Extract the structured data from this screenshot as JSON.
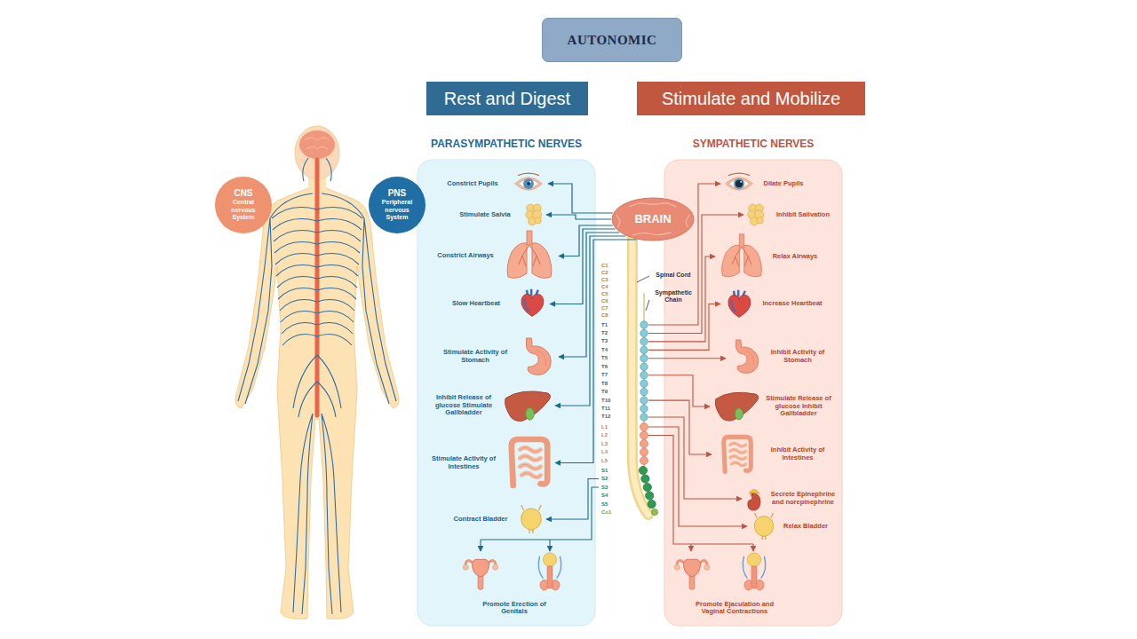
{
  "diagram": {
    "nodes": [
      {
        "text": [
          "AUTONOMIC"
        ]
      },
      {
        "text": [
          "Rest and Digest"
        ]
      },
      {
        "text": [
          "Stimulate and Mobilize"
        ]
      },
      {
        "text": [
          "CNS",
          "Central nervous System"
        ]
      },
      {
        "text": [
          "PNS",
          "Peripheral nervous System"
        ]
      },
      {
        "text": [
          "PARASYMPATHETIC NERVES"
        ]
      },
      {
        "text": [
          "Constrict Pupils"
        ],
        "in": 5
      },
      {
        "text": [
          "Stimulate Salvia"
        ],
        "in": 5
      },
      {
        "text": [
          "Constrict Airways"
        ],
        "in": 5
      },
      {
        "text": [
          "Slow Heartbeat"
        ],
        "in": 5
      },
      {
        "text": [
          "Stimulate Activity of Stomach"
        ],
        "in": 5
      },
      {
        "text": [
          "Inhibit Release of glucose Stimulate Gallbladder"
        ],
        "in": 5
      },
      {
        "text": [
          "Stimulate Activity of Intestines"
        ],
        "in": 5
      },
      {
        "text": [
          "Contract Bladder"
        ],
        "in": 5
      },
      {
        "text": [
          "Promote Erection of Genitals"
        ],
        "in": 5
      },
      {
        "text": [
          "BRAIN"
        ]
      },
      {
        "text": [
          "SYMPATHETIC NERVES"
        ]
      },
      {
        "text": [
          "Dilate Pupils"
        ],
        "in": 16
      },
      {
        "text": [
          "Inhibit Salivation"
        ],
        "in": 16
      },
      {
        "text": [
          "Relax Airways"
        ],
        "in": 16
      },
      {
        "text": [
          "Increase Heartbeat"
        ],
        "in": 16
      },
      {
        "text": [
          "Inhibit Activity of Stomach"
        ],
        "in": 16
      },
      {
        "text": [
          "Stimulate Release of glucose Inhibit Gallbladder"
        ],
        "in": 16
      },
      {
        "text": [
          "Inhibit Activity of Intestines"
        ],
        "in": 16
      },
      {
        "text": [
          "Secrete Epinephrine and norepinephrine"
        ],
        "in": 16
      },
      {
        "text": [
          "Relax Bladder"
        ],
        "in": 16
      },
      {
        "text": [
          "Promote Ejaculation and Vaginal Contractions"
        ],
        "in": 16
      }
    ],
    "edges": [
      {
        "from": 15,
        "to": 6,
        "arrow": "to"
      },
      {
        "from": 15,
        "to": 7,
        "arrow": "to"
      },
      {
        "from": 15,
        "to": 8,
        "arrow": "to"
      },
      {
        "from": 15,
        "to": 9,
        "arrow": "to"
      },
      {
        "from": 15,
        "to": 10,
        "arrow": "to"
      },
      {
        "from": 15,
        "to": 11,
        "arrow": "to"
      },
      {
        "from": 15,
        "to": 12,
        "arrow": "to"
      }
    ],
    "labels": [
      "Spinal Cord",
      "Sympathetic Chain",
      "C1",
      "C2",
      "C3",
      "C4",
      "C5",
      "C6",
      "C7",
      "C8",
      "T1",
      "T2",
      "T3",
      "T4",
      "T5",
      "T6",
      "T7",
      "T8",
      "T9",
      "T10",
      "T11",
      "T12",
      "L1",
      "L2",
      "L3",
      "L4",
      "L5",
      "S1",
      "S2",
      "S3",
      "S4",
      "S5",
      "Co1"
    ]
  }
}
